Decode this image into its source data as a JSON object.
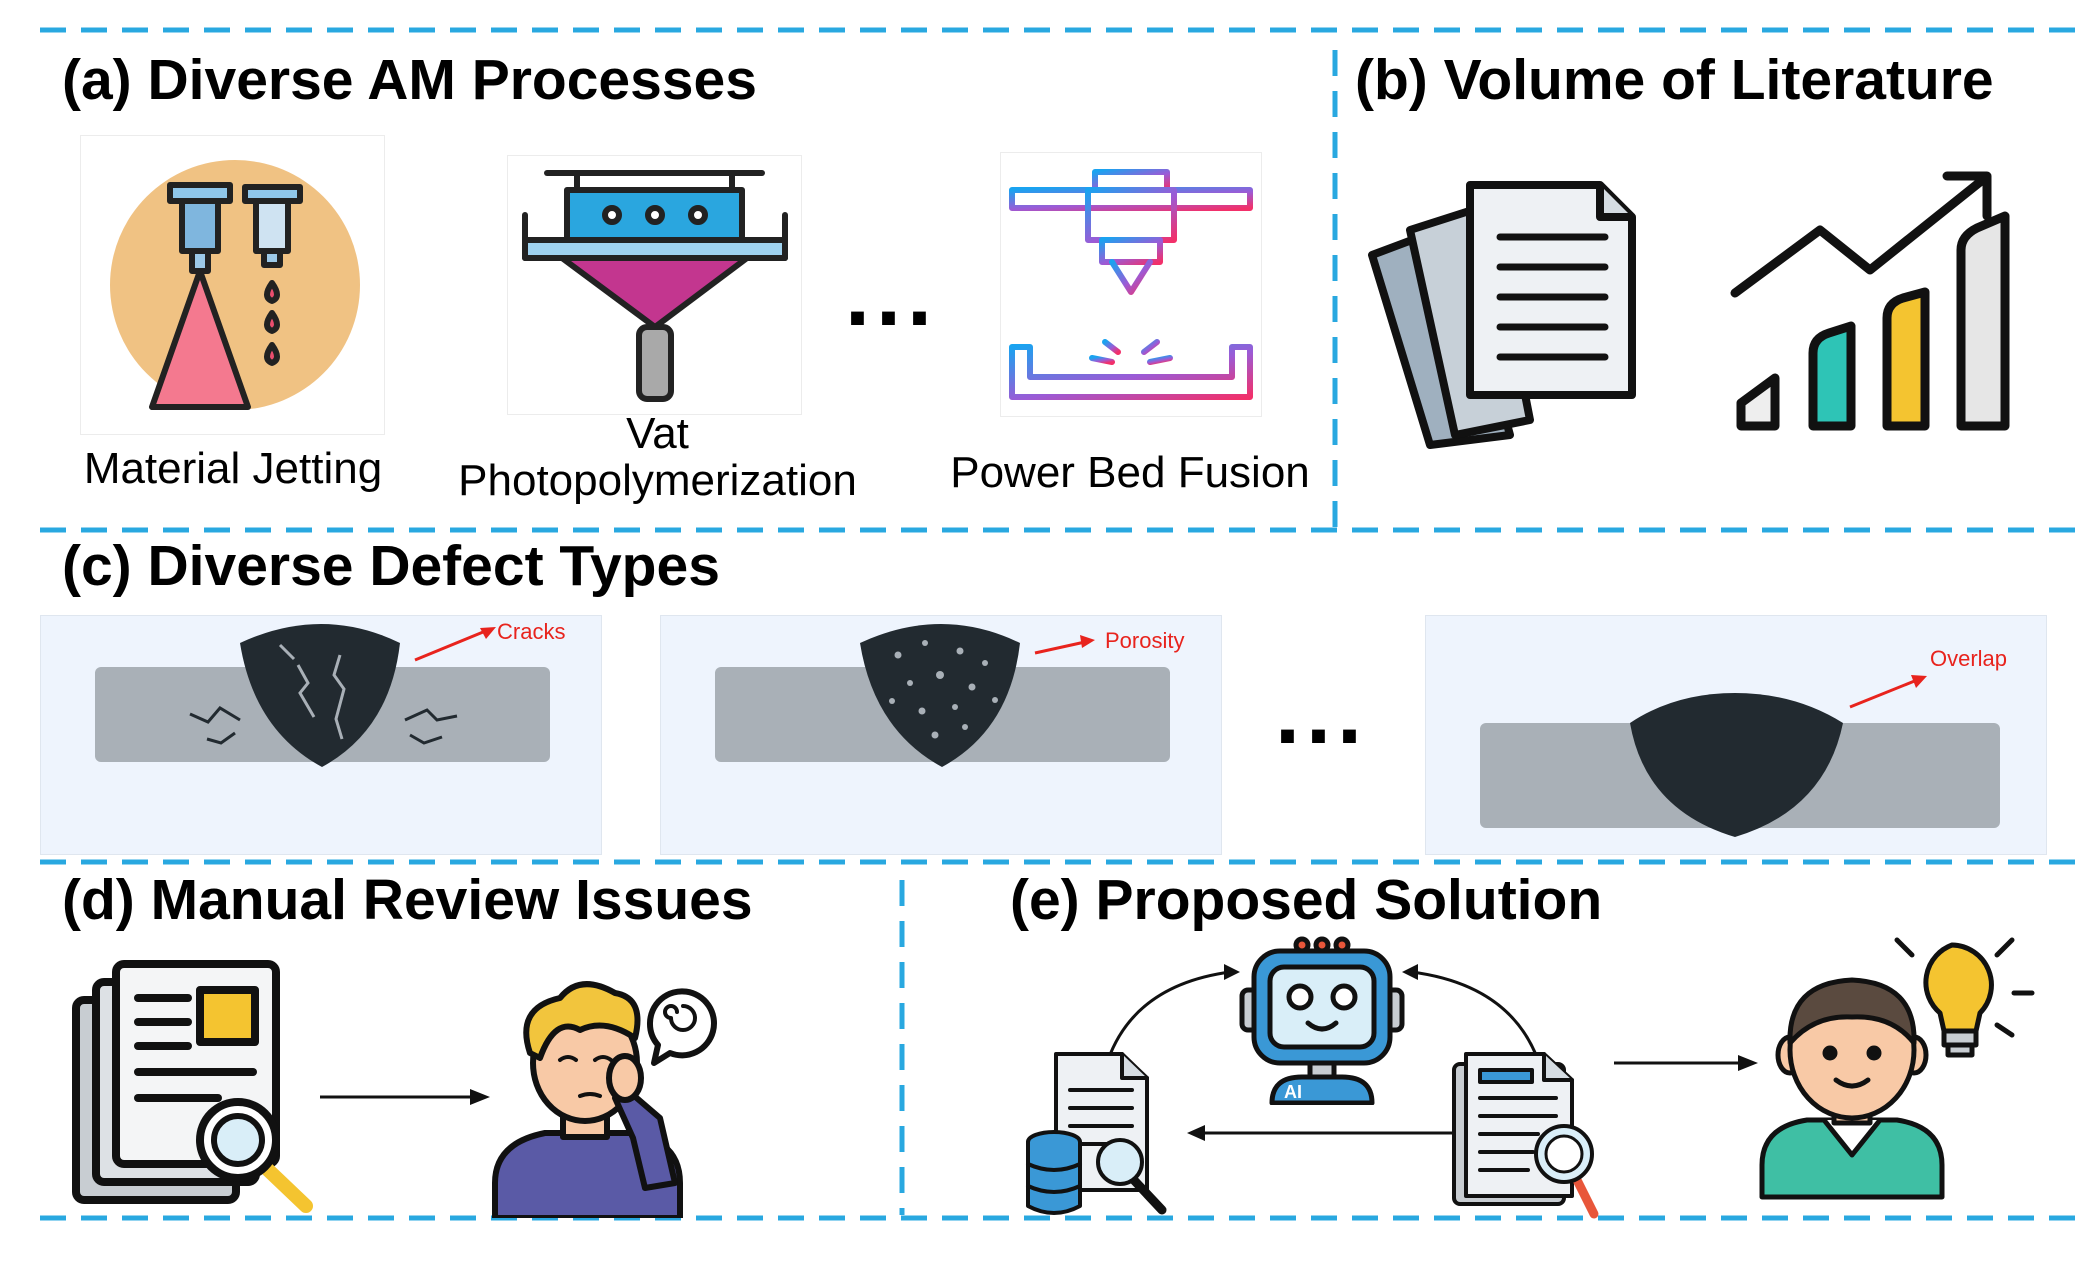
{
  "panels": {
    "a": {
      "title": "(a) Diverse AM Processes",
      "items": [
        {
          "label": "Material Jetting",
          "icon": "material-jetting-icon"
        },
        {
          "label": "Vat\nPhotopolymerization",
          "icon": "vat-photopolymerization-icon"
        },
        {
          "label": "Power Bed Fusion",
          "icon": "powder-bed-fusion-icon"
        }
      ],
      "ellipsis": "..."
    },
    "b": {
      "title": "(b) Volume of Literature",
      "icons": [
        "document-stack-icon",
        "growth-chart-icon"
      ]
    },
    "c": {
      "title": "(c) Diverse Defect Types",
      "defects": [
        {
          "label": "Cracks"
        },
        {
          "label": "Porosity"
        },
        {
          "label": "Overlap"
        }
      ],
      "ellipsis": "..."
    },
    "d": {
      "title": "(d) Manual Review Issues",
      "icons": [
        "document-review-icon",
        "confused-person-icon"
      ]
    },
    "e": {
      "title": "(e) Proposed Solution",
      "robot_badge": "AI",
      "icons": [
        "ai-robot-icon",
        "database-search-icon",
        "document-search-icon",
        "idea-person-icon"
      ]
    }
  },
  "colors": {
    "divider": "#29a8e0",
    "defect_bg": "#eef4fd",
    "plate": "#a9b0b7",
    "weld": "#222a30",
    "defect_label": "#e8231d",
    "circle_bg": "#f0c283"
  }
}
